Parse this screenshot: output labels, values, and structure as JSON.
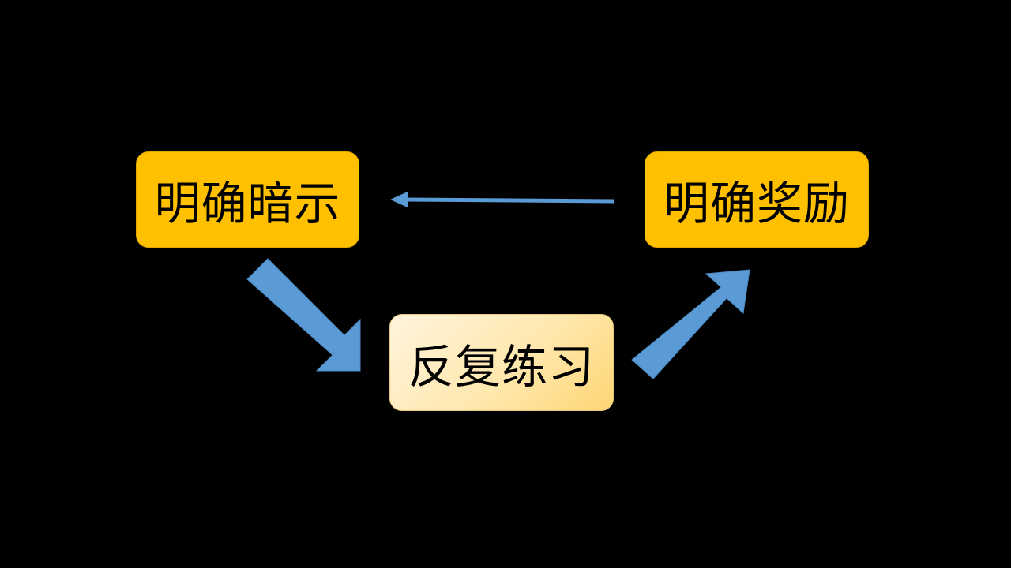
{
  "diagram": {
    "nodes": {
      "cue": {
        "label": "明确暗示"
      },
      "practice": {
        "label": "反复练习"
      },
      "reward": {
        "label": "明确奖励"
      }
    },
    "edges": [
      {
        "from": "cue",
        "to": "practice"
      },
      {
        "from": "practice",
        "to": "reward"
      },
      {
        "from": "reward",
        "to": "cue"
      }
    ],
    "colors": {
      "background": "#000000",
      "node_primary": "#FFC000",
      "node_highlight": "#FFE7AE",
      "arrow": "#5B9BD5"
    }
  }
}
